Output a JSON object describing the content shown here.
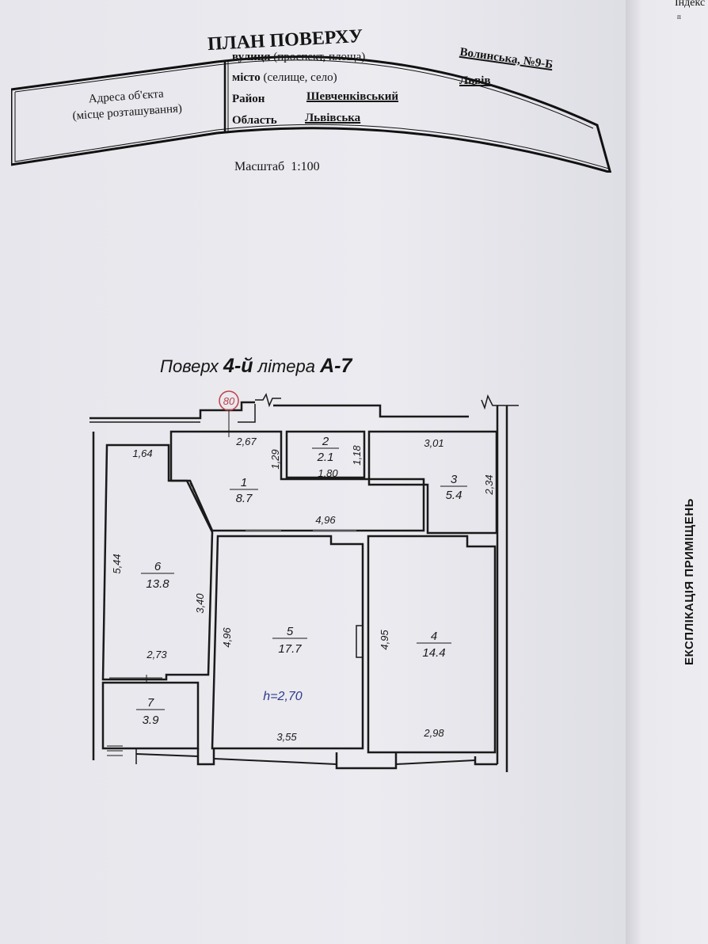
{
  "header": {
    "title": "ПЛАН ПОВЕРХУ",
    "address_label": "Адреса об'єкта",
    "address_sublabel": "(місце розташування)",
    "street_label": "вулиця",
    "street_label_hint": "(проспект, площа)",
    "street_value": "Волинська, №9-Б",
    "city_label": "місто",
    "city_label_hint": "(селище, село)",
    "city_value": "Львів",
    "district_label": "Район",
    "district_value": "Шевченківський",
    "region_label": "Область",
    "region_value": "Львівська",
    "scale_label": "Масштаб",
    "scale_value": "1:100"
  },
  "right_page": {
    "index_label": "Індекс",
    "index_sub": "п",
    "vertical_title": "ЕКСПЛІКАЦІЯ ПРИМІЩЕНЬ"
  },
  "plan": {
    "floor_label": "Поверх",
    "floor_value": "4-й",
    "letter_label": "літера",
    "letter_value": "А-7",
    "axis_marker": "80",
    "height_note": "h=2,70",
    "rooms": [
      {
        "number": "1",
        "area": "8.7"
      },
      {
        "number": "2",
        "area": "2.1"
      },
      {
        "number": "3",
        "area": "5.4"
      },
      {
        "number": "4",
        "area": "14.4"
      },
      {
        "number": "5",
        "area": "17.7"
      },
      {
        "number": "6",
        "area": "13.8"
      },
      {
        "number": "7",
        "area": "3.9"
      }
    ],
    "dimensions": {
      "d_267": "2,67",
      "d_129": "1,29",
      "d_180": "1,80",
      "d_118": "1,18",
      "d_301": "3,01",
      "d_234": "2,34",
      "d_164": "1,64",
      "d_496_top": "4,96",
      "d_544": "5,44",
      "d_340": "3,40",
      "d_273": "2,73",
      "d_496_side": "4,96",
      "d_495": "4,95",
      "d_355": "3,55",
      "d_298": "2,98"
    },
    "colors": {
      "line": "#1a1a1a",
      "marker": "#c0404a",
      "height_note": "#2c3a8a"
    }
  }
}
